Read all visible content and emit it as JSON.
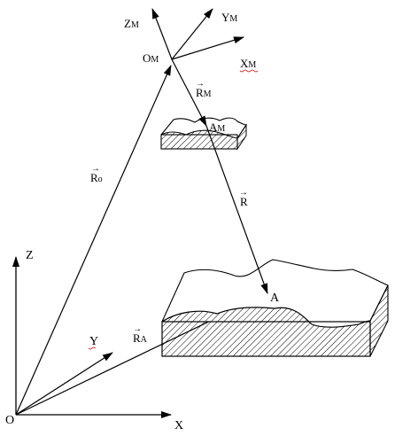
{
  "global_axes": {
    "origin": "O",
    "x": "X",
    "y": "Y",
    "z": "Z"
  },
  "model_axes": {
    "origin": {
      "base": "O",
      "sub": "M"
    },
    "x": {
      "base": "X",
      "sub": "M"
    },
    "y": {
      "base": "Y",
      "sub": "M"
    },
    "z": {
      "base": "Z",
      "sub": "M"
    }
  },
  "vectors": {
    "r_o": {
      "base": "R",
      "sub": "o"
    },
    "r_m": {
      "base": "R",
      "sub": "M"
    },
    "r": {
      "base": "R",
      "sub": ""
    },
    "r_a": {
      "base": "R",
      "sub": "A"
    }
  },
  "points": {
    "a": "A",
    "a_m": {
      "base": "A",
      "sub": "M"
    }
  }
}
